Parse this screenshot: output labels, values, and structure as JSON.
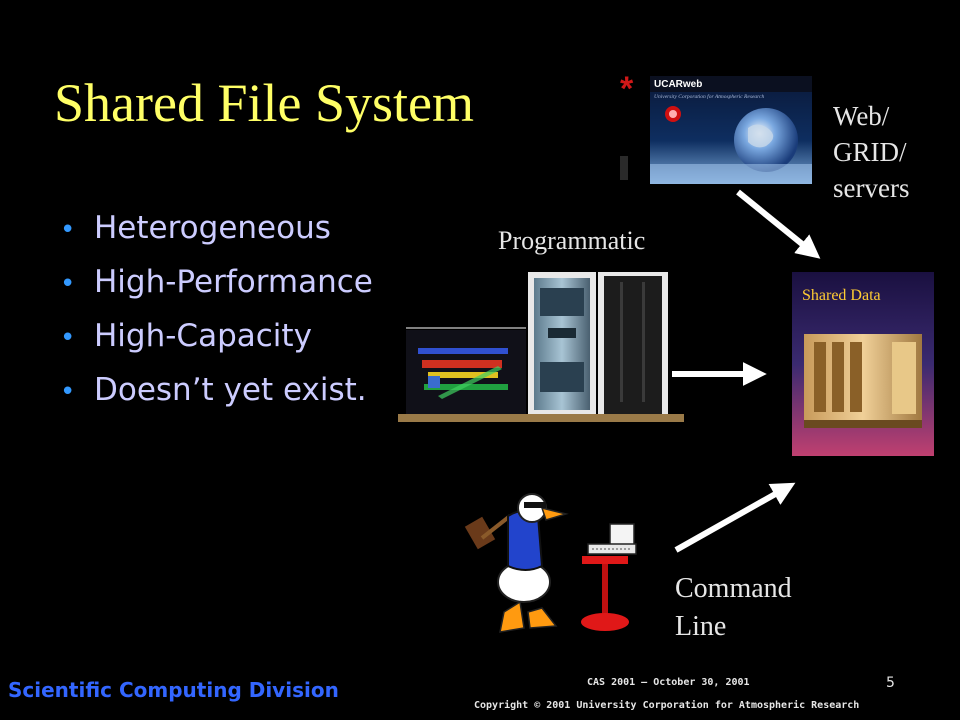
{
  "slide": {
    "title": "Shared File System",
    "bullets": [
      "Heterogeneous",
      "High-Performance",
      "High-Capacity",
      "Doesn’t yet exist."
    ],
    "bullet_glyph": "•"
  },
  "diagram": {
    "web_label_lines": [
      "Web/",
      "GRID/",
      "servers"
    ],
    "programmatic_label": "Programmatic",
    "command_label_lines": [
      "Command",
      "Line"
    ],
    "shared_data_label": "Shared Data",
    "ucar_logo_text": "UCARweb",
    "ucar_logo_caption": "University Corporation for Atmospheric Research"
  },
  "footer": {
    "division": "Scientific Computing Division",
    "event": "CAS 2001 — October 30, 2001",
    "copyright": "Copyright © 2001 University Corporation for Atmospheric Research",
    "page_number": "5"
  },
  "colors": {
    "background": "#000000",
    "title": "#ffff66",
    "bullet_text": "#ccccff",
    "bullet_dot": "#3399ff",
    "division": "#3366ff",
    "shared_data_label": "#ffcc33"
  }
}
